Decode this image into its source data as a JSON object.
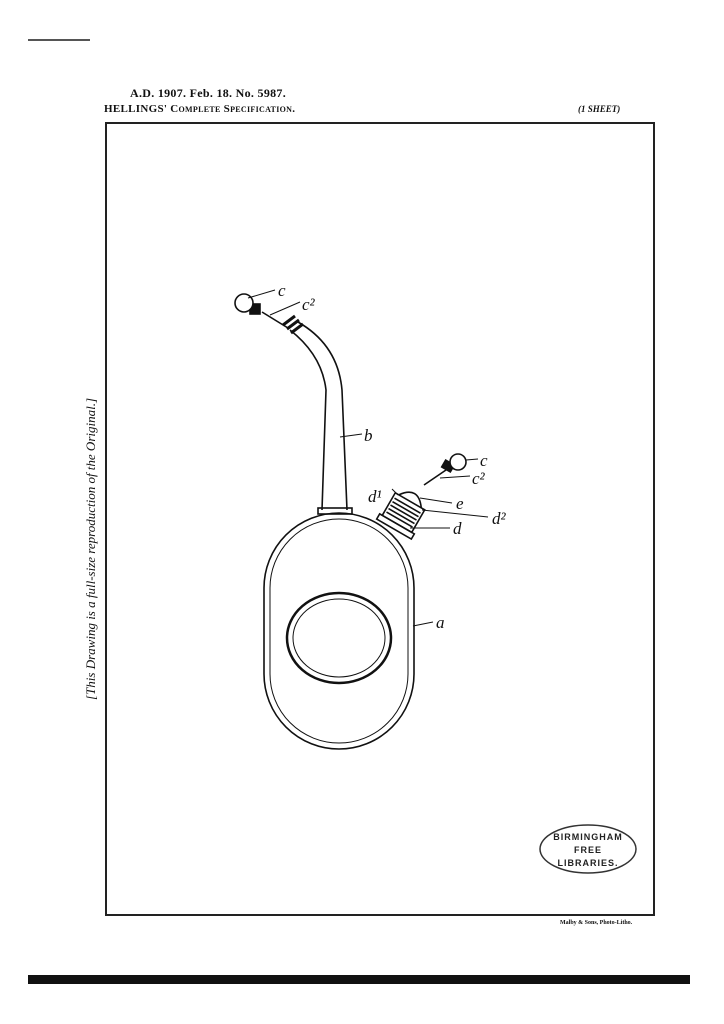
{
  "header": {
    "line1": "A.D. 1907. Feb. 18. No. 5987.",
    "line2": "HELLINGS' Complete Specification.",
    "sheet": "(1 SHEET)"
  },
  "side_note": "[This Drawing is a full-size reproduction of the Original.]",
  "labels": {
    "c_top": "c",
    "c2_top": "c²",
    "b": "b",
    "c_right": "c",
    "c2_right": "c²",
    "d1": "d¹",
    "e": "e",
    "d2": "d²",
    "d": "d",
    "a": "a"
  },
  "stamp": {
    "line1": "BIRMINGHAM",
    "line2": "FREE",
    "line3": "LIBRARIES."
  },
  "footer": "Malby & Sons, Photo-Litho."
}
